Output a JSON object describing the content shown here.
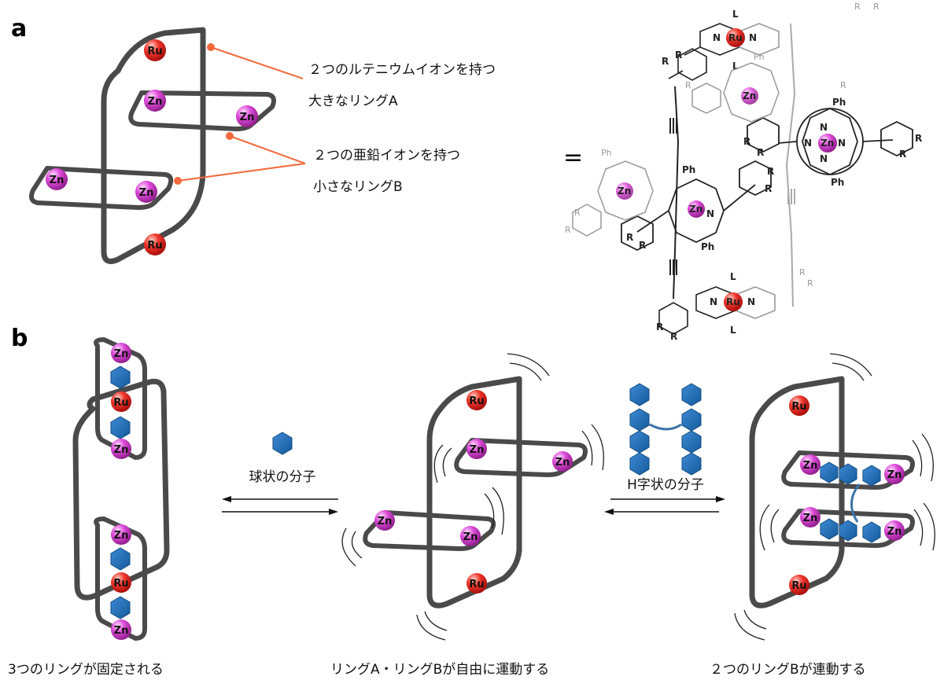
{
  "panels": {
    "a": "a",
    "b": "b"
  },
  "legend": {
    "ring_a_line1": "２つのルテニウムイオンを持つ",
    "ring_a_line2": "大きなリングA",
    "ring_b_line1": "２つの亜鉛イオンを持つ",
    "ring_b_line2": "小さなリングB",
    "equals": "="
  },
  "ions": {
    "ru": "Ru",
    "zn": "Zn"
  },
  "molecule": {
    "L": "L",
    "R": "R",
    "N": "N",
    "Ph": "Ph",
    "Zn": "Zn",
    "Ru": "Ru"
  },
  "arrows": {
    "spherical": "球状の分子",
    "h_shaped": "H字状の分子"
  },
  "captions": {
    "state1": "3つのリングが固定される",
    "state2": "リングA・リングBが自由に運動する",
    "state3": "２つのリングBが連動する"
  },
  "colors": {
    "ring": "#4a4a4a",
    "ru": "#e8201a",
    "zn": "#d23fd2",
    "guest": "#1f6fb5",
    "pointer": "#f26a3d"
  }
}
